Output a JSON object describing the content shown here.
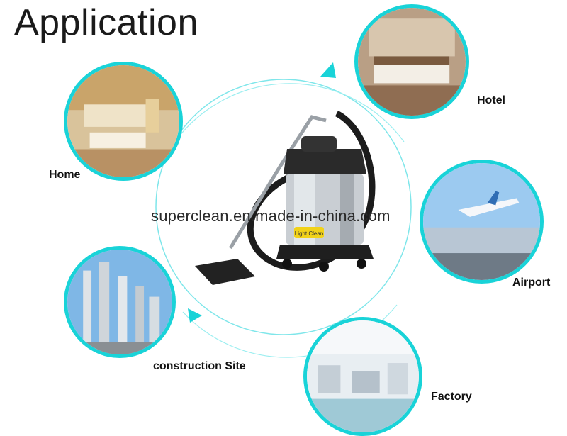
{
  "page": {
    "title": "Application",
    "watermark": "superclean.en.made-in-china.com"
  },
  "product": {
    "tank_label": "Light Clean"
  },
  "applications": [
    {
      "label": "Home",
      "icon": "home-scene"
    },
    {
      "label": "Hotel",
      "icon": "hotel-scene"
    },
    {
      "label": "Airport",
      "icon": "airport-scene"
    },
    {
      "label": "Factory",
      "icon": "factory-scene"
    },
    {
      "label": "construction Site",
      "icon": "construction-scene"
    }
  ],
  "colors": {
    "ring": "#19d3d8",
    "text": "#111111"
  }
}
